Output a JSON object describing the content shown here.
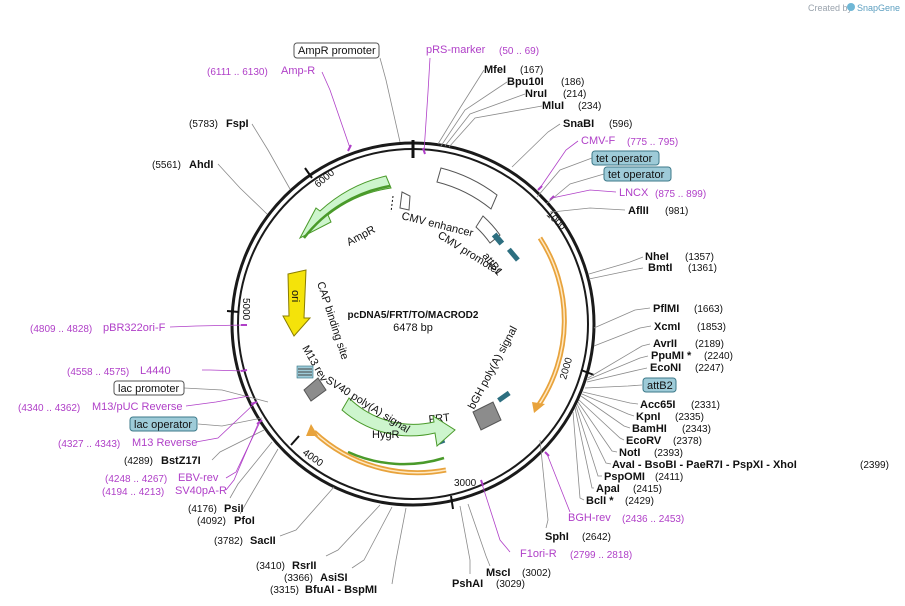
{
  "credit": {
    "created_by": "Created by",
    "brand": "SnapGene"
  },
  "map": {
    "name": "pcDNA5/FRT/TO/MACROD2",
    "length_text": "6478 bp"
  },
  "ticks": [
    "1000",
    "2000",
    "3000",
    "4000",
    "5000",
    "6000"
  ],
  "enzymes": [
    {
      "name": "MfeI",
      "pos": "(167)"
    },
    {
      "name": "Bpu10I",
      "pos": "(186)"
    },
    {
      "name": "NruI",
      "pos": "(214)"
    },
    {
      "name": "MluI",
      "pos": "(234)"
    },
    {
      "name": "SnaBI",
      "pos": "(596)"
    },
    {
      "name": "AflII",
      "pos": "(981)"
    },
    {
      "name": "NheI",
      "pos": "(1357)"
    },
    {
      "name": "BmtI",
      "pos": "(1361)"
    },
    {
      "name": "PflMI",
      "pos": "(1663)"
    },
    {
      "name": "XcmI",
      "pos": "(1853)"
    },
    {
      "name": "AvrII",
      "pos": "(2189)"
    },
    {
      "name": "PpuMI *",
      "pos": "(2240)"
    },
    {
      "name": "EcoNI",
      "pos": "(2247)"
    },
    {
      "name": "Acc65I",
      "pos": "(2331)"
    },
    {
      "name": "KpnI",
      "pos": "(2335)"
    },
    {
      "name": "BamHI",
      "pos": "(2343)"
    },
    {
      "name": "EcoRV",
      "pos": "(2378)"
    },
    {
      "name": "NotI",
      "pos": "(2393)"
    },
    {
      "name": "AvaI - BsoBI - PaeR7I - PspXI - XhoI",
      "pos": "(2399)"
    },
    {
      "name": "PspOMI",
      "pos": "(2411)"
    },
    {
      "name": "ApaI",
      "pos": "(2415)"
    },
    {
      "name": "BclI *",
      "pos": "(2429)"
    },
    {
      "name": "SphI",
      "pos": "(2642)"
    },
    {
      "name": "MscI",
      "pos": "(3002)"
    },
    {
      "name": "PshAI",
      "pos": "(3029)"
    },
    {
      "name": "BfuAI - BspMI",
      "pos": "(3315)"
    },
    {
      "name": "AsiSI",
      "pos": "(3366)"
    },
    {
      "name": "RsrII",
      "pos": "(3410)"
    },
    {
      "name": "SacII",
      "pos": "(3782)"
    },
    {
      "name": "PfoI",
      "pos": "(4092)"
    },
    {
      "name": "PsiI",
      "pos": "(4176)"
    },
    {
      "name": "BstZ17I",
      "pos": "(4289)"
    },
    {
      "name": "AhdI",
      "pos": "(5561)"
    },
    {
      "name": "FspI",
      "pos": "(5783)"
    }
  ],
  "primers": [
    {
      "name": "pRS-marker",
      "pos": "(50 .. 69)"
    },
    {
      "name": "CMV-F",
      "pos": "(775 .. 795)"
    },
    {
      "name": "LNCX",
      "pos": "(875 .. 899)"
    },
    {
      "name": "BGH-rev",
      "pos": "(2436 .. 2453)"
    },
    {
      "name": "F1ori-R",
      "pos": "(2799 .. 2818)"
    },
    {
      "name": "EBV-rev",
      "pos": "(4248 .. 4267)"
    },
    {
      "name": "SV40pA-R",
      "pos": "(4194 .. 4213)"
    },
    {
      "name": "M13 Reverse",
      "pos": "(4327 .. 4343)"
    },
    {
      "name": "M13/pUC Reverse",
      "pos": "(4340 .. 4362)"
    },
    {
      "name": "L4440",
      "pos": "(4558 .. 4575)"
    },
    {
      "name": "pBR322ori-F",
      "pos": "(4809 .. 4828)"
    },
    {
      "name": "Amp-R",
      "pos": "(6111 .. 6130)"
    }
  ],
  "boxed_labels": [
    {
      "name": "AmpR promoter",
      "kind": "feature"
    },
    {
      "name": "tet operator",
      "kind": "operator"
    },
    {
      "name": "tet operator",
      "kind": "operator"
    },
    {
      "name": "attB2",
      "kind": "operator"
    },
    {
      "name": "lac promoter",
      "kind": "feature"
    },
    {
      "name": "lac operator",
      "kind": "operator"
    }
  ],
  "features": [
    {
      "name": "CMV enhancer"
    },
    {
      "name": "CMV promoter"
    },
    {
      "name": "attB1"
    },
    {
      "name": "bGH poly(A) signal"
    },
    {
      "name": "FRT"
    },
    {
      "name": "HygR"
    },
    {
      "name": "SV40 poly(A) signal"
    },
    {
      "name": "M13 rev"
    },
    {
      "name": "CAP binding site"
    },
    {
      "name": "ori"
    },
    {
      "name": "AmpR"
    }
  ],
  "colors": {
    "backbone": "#1a1a1a",
    "primer": "#b040c8",
    "operator_fill": "#9ecbd8",
    "feature_green_fill": "#cdf5cd",
    "feature_green_stroke": "#4a9a2a",
    "ori_fill": "#f4e30a",
    "orf_orange": "#e8a33c",
    "grey_box": "#8c8c8c"
  }
}
